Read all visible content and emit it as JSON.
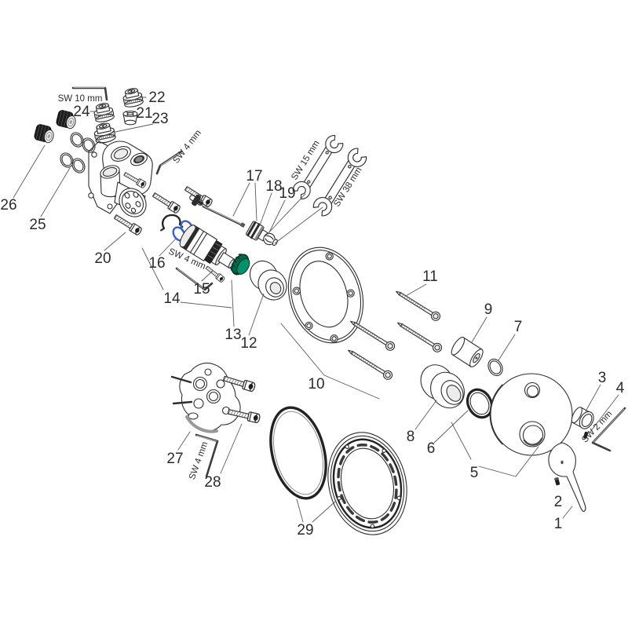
{
  "figure": {
    "type": "exploded-parts-diagram",
    "background": "#ffffff",
    "colors": {
      "line": "#2e2e2e",
      "green_face": "#00936b",
      "green_side": "#006847",
      "green_rib": "#00402e",
      "blue_oring": "#3a5fc8"
    },
    "callouts": {
      "c1": "1",
      "c2": "2",
      "c3": "3",
      "c4": "4",
      "c5": "5",
      "c6": "6",
      "c7": "7",
      "c8": "8",
      "c9": "9",
      "c10": "10",
      "c11": "11",
      "c12": "12",
      "c13": "13",
      "c14": "14",
      "c15": "15",
      "c16": "16",
      "c17": "17",
      "c18": "18",
      "c19": "19",
      "c20": "20",
      "c21": "21",
      "c22": "22",
      "c23": "23",
      "c24": "24",
      "c25": "25",
      "c26": "26",
      "c27": "27",
      "c28": "28",
      "c29": "29"
    },
    "tool_labels": {
      "sw10": "SW 10 mm",
      "sw4_top": "SW 4 mm",
      "sw15": "SW 15 mm",
      "sw38": "SW 38 mm",
      "sw4_mid": "SW 4 mm",
      "sw2": "SW 2 mm",
      "sw4_bottom": "SW 4 mm"
    }
  }
}
